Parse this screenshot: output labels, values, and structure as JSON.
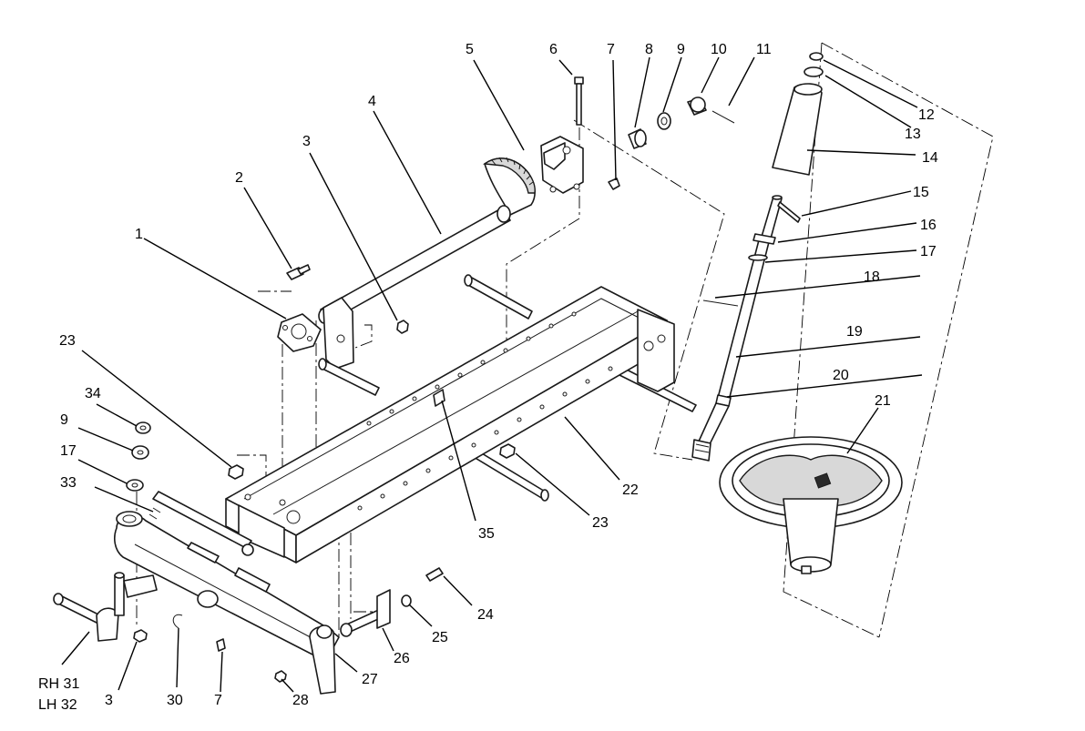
{
  "callouts": [
    {
      "id": "c1",
      "text": "1"
    },
    {
      "id": "c2",
      "text": "2"
    },
    {
      "id": "c3a",
      "text": "3"
    },
    {
      "id": "c4",
      "text": "4"
    },
    {
      "id": "c5",
      "text": "5"
    },
    {
      "id": "c6",
      "text": "6"
    },
    {
      "id": "c7a",
      "text": "7"
    },
    {
      "id": "c8",
      "text": "8"
    },
    {
      "id": "c9a",
      "text": "9"
    },
    {
      "id": "c10",
      "text": "10"
    },
    {
      "id": "c11",
      "text": "11"
    },
    {
      "id": "c12",
      "text": "12"
    },
    {
      "id": "c13",
      "text": "13"
    },
    {
      "id": "c14",
      "text": "14"
    },
    {
      "id": "c15",
      "text": "15"
    },
    {
      "id": "c16",
      "text": "16"
    },
    {
      "id": "c17a",
      "text": "17"
    },
    {
      "id": "c18",
      "text": "18"
    },
    {
      "id": "c19",
      "text": "19"
    },
    {
      "id": "c20",
      "text": "20"
    },
    {
      "id": "c21",
      "text": "21"
    },
    {
      "id": "c22",
      "text": "22"
    },
    {
      "id": "c23a",
      "text": "23"
    },
    {
      "id": "c23b",
      "text": "23"
    },
    {
      "id": "c34",
      "text": "34"
    },
    {
      "id": "c9b",
      "text": "9"
    },
    {
      "id": "c17b",
      "text": "17"
    },
    {
      "id": "c33",
      "text": "33"
    },
    {
      "id": "c35",
      "text": "35"
    },
    {
      "id": "c24",
      "text": "24"
    },
    {
      "id": "c25",
      "text": "25"
    },
    {
      "id": "c26",
      "text": "26"
    },
    {
      "id": "c27",
      "text": "27"
    },
    {
      "id": "c28",
      "text": "28"
    },
    {
      "id": "c7b",
      "text": "7"
    },
    {
      "id": "c30",
      "text": "30"
    },
    {
      "id": "c3b",
      "text": "3"
    },
    {
      "id": "c31",
      "text": "RH 31"
    },
    {
      "id": "c32",
      "text": "LH 32"
    }
  ]
}
